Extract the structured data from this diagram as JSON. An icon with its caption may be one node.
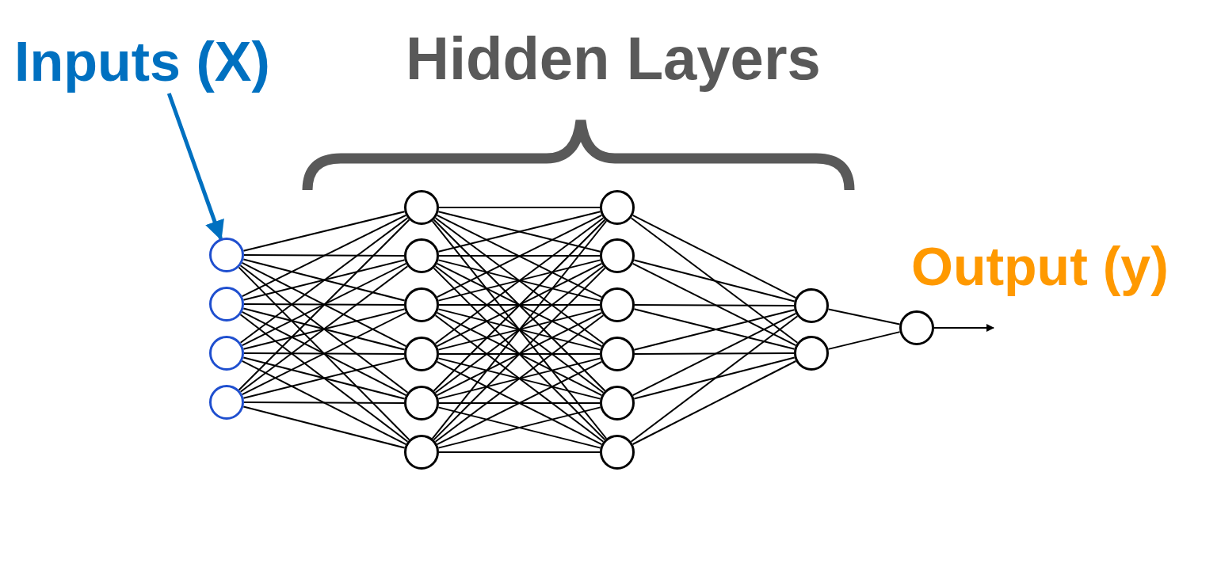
{
  "diagram": {
    "nodes": [
      {
        "text": [
          "Inputs (X)"
        ]
      },
      {
        "text": [],
        "shape": "circle"
      },
      {
        "text": [],
        "shape": "circle"
      },
      {
        "text": [],
        "shape": "circle"
      },
      {
        "text": [],
        "shape": "circle"
      },
      {
        "text": [],
        "shape": "circle"
      },
      {
        "text": [],
        "shape": "circle"
      },
      {
        "text": [],
        "shape": "circle"
      },
      {
        "text": [],
        "shape": "circle"
      },
      {
        "text": [],
        "shape": "circle"
      },
      {
        "text": [],
        "shape": "circle"
      },
      {
        "text": [],
        "shape": "circle"
      },
      {
        "text": [],
        "shape": "circle"
      },
      {
        "text": [],
        "shape": "circle"
      },
      {
        "text": [],
        "shape": "circle"
      },
      {
        "text": [],
        "shape": "circle"
      },
      {
        "text": [],
        "shape": "circle"
      },
      {
        "text": [],
        "shape": "circle"
      },
      {
        "text": [],
        "shape": "circle"
      },
      {
        "text": [],
        "shape": "circle"
      }
    ],
    "edges": [
      {
        "from": 0,
        "to": 1,
        "arrow": "to",
        "style": "thick",
        "color": "#0070c0"
      },
      {
        "from": 1,
        "to": 5,
        "arrow": "none"
      },
      {
        "from": 1,
        "to": 6,
        "arrow": "none"
      },
      {
        "from": 1,
        "to": 7,
        "arrow": "none"
      },
      {
        "from": 1,
        "to": 8,
        "arrow": "none"
      },
      {
        "from": 1,
        "to": 9,
        "arrow": "none"
      },
      {
        "from": 1,
        "to": 10,
        "arrow": "none"
      },
      {
        "from": 2,
        "to": 5,
        "arrow": "none"
      },
      {
        "from": 2,
        "to": 6,
        "arrow": "none"
      },
      {
        "from": 2,
        "to": 7,
        "arrow": "none"
      },
      {
        "from": 2,
        "to": 8,
        "arrow": "none"
      },
      {
        "from": 2,
        "to": 9,
        "arrow": "none"
      },
      {
        "from": 2,
        "to": 10,
        "arrow": "none"
      },
      {
        "from": 3,
        "to": 5,
        "arrow": "none"
      },
      {
        "from": 3,
        "to": 6,
        "arrow": "none"
      },
      {
        "from": 3,
        "to": 7,
        "arrow": "none"
      },
      {
        "from": 3,
        "to": 8,
        "arrow": "none"
      },
      {
        "from": 3,
        "to": 9,
        "arrow": "none"
      },
      {
        "from": 3,
        "to": 10,
        "arrow": "none"
      },
      {
        "from": 4,
        "to": 5,
        "arrow": "none"
      },
      {
        "from": 4,
        "to": 6,
        "arrow": "none"
      },
      {
        "from": 4,
        "to": 7,
        "arrow": "none"
      },
      {
        "from": 4,
        "to": 8,
        "arrow": "none"
      },
      {
        "from": 4,
        "to": 9,
        "arrow": "none"
      },
      {
        "from": 4,
        "to": 10,
        "arrow": "none"
      },
      {
        "from": 5,
        "to": 11,
        "arrow": "none"
      },
      {
        "from": 5,
        "to": 12,
        "arrow": "none"
      },
      {
        "from": 5,
        "to": 13,
        "arrow": "none"
      },
      {
        "from": 5,
        "to": 14,
        "arrow": "none"
      },
      {
        "from": 5,
        "to": 15,
        "arrow": "none"
      },
      {
        "from": 5,
        "to": 16,
        "arrow": "none"
      },
      {
        "from": 6,
        "to": 11,
        "arrow": "none"
      },
      {
        "from": 6,
        "to": 12,
        "arrow": "none"
      },
      {
        "from": 6,
        "to": 13,
        "arrow": "none"
      },
      {
        "from": 6,
        "to": 14,
        "arrow": "none"
      },
      {
        "from": 6,
        "to": 15,
        "arrow": "none"
      },
      {
        "from": 6,
        "to": 16,
        "arrow": "none"
      },
      {
        "from": 7,
        "to": 11,
        "arrow": "none"
      },
      {
        "from": 7,
        "to": 12,
        "arrow": "none"
      },
      {
        "from": 7,
        "to": 13,
        "arrow": "none"
      },
      {
        "from": 7,
        "to": 14,
        "arrow": "none"
      },
      {
        "from": 7,
        "to": 15,
        "arrow": "none"
      },
      {
        "from": 7,
        "to": 16,
        "arrow": "none"
      },
      {
        "from": 8,
        "to": 11,
        "arrow": "none"
      },
      {
        "from": 8,
        "to": 12,
        "arrow": "none"
      },
      {
        "from": 8,
        "to": 13,
        "arrow": "none"
      },
      {
        "from": 8,
        "to": 14,
        "arrow": "none"
      },
      {
        "from": 8,
        "to": 15,
        "arrow": "none"
      },
      {
        "from": 8,
        "to": 16,
        "arrow": "none"
      },
      {
        "from": 9,
        "to": 11,
        "arrow": "none"
      },
      {
        "from": 9,
        "to": 12,
        "arrow": "none"
      },
      {
        "from": 9,
        "to": 13,
        "arrow": "none"
      },
      {
        "from": 9,
        "to": 14,
        "arrow": "none"
      },
      {
        "from": 9,
        "to": 15,
        "arrow": "none"
      },
      {
        "from": 9,
        "to": 16,
        "arrow": "none"
      },
      {
        "from": 10,
        "to": 11,
        "arrow": "none"
      },
      {
        "from": 10,
        "to": 12,
        "arrow": "none"
      },
      {
        "from": 10,
        "to": 13,
        "arrow": "none"
      },
      {
        "from": 10,
        "to": 14,
        "arrow": "none"
      },
      {
        "from": 10,
        "to": 15,
        "arrow": "none"
      },
      {
        "from": 10,
        "to": 16,
        "arrow": "none"
      },
      {
        "from": 11,
        "to": 17,
        "arrow": "none"
      },
      {
        "from": 11,
        "to": 18,
        "arrow": "none"
      },
      {
        "from": 12,
        "to": 17,
        "arrow": "none"
      },
      {
        "from": 12,
        "to": 18,
        "arrow": "none"
      },
      {
        "from": 13,
        "to": 17,
        "arrow": "none"
      },
      {
        "from": 13,
        "to": 18,
        "arrow": "none"
      },
      {
        "from": 14,
        "to": 17,
        "arrow": "none"
      },
      {
        "from": 14,
        "to": 18,
        "arrow": "none"
      },
      {
        "from": 15,
        "to": 17,
        "arrow": "none"
      },
      {
        "from": 15,
        "to": 18,
        "arrow": "none"
      },
      {
        "from": 16,
        "to": 17,
        "arrow": "none"
      },
      {
        "from": 16,
        "to": 18,
        "arrow": "none"
      },
      {
        "from": 17,
        "to": 19,
        "arrow": "none"
      },
      {
        "from": 18,
        "to": 19,
        "arrow": "none"
      },
      {
        "from": 19,
        "to": null,
        "arrow": "to"
      }
    ],
    "labels": [
      "Hidden Layers",
      "Output (y)"
    ]
  }
}
